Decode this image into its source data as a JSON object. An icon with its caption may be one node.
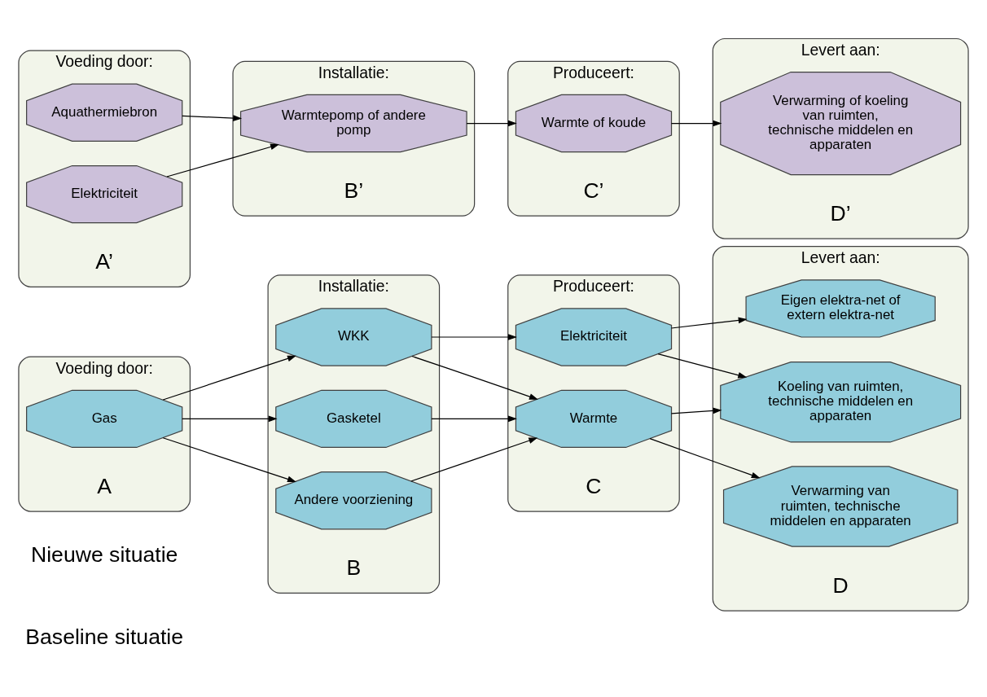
{
  "diagram": {
    "nodes": [
      {
        "text": [
          "Voeding door:"
        ],
        "beside": [
          "A"
        ]
      },
      {
        "text": [
          "Gas"
        ],
        "in": 0
      },
      {
        "text": [
          "Installatie:"
        ],
        "beside": [
          "B"
        ]
      },
      {
        "text": [
          "WKK"
        ],
        "in": 2
      },
      {
        "text": [
          "Gasketel"
        ],
        "in": 2
      },
      {
        "text": [
          "Andere voorziening"
        ],
        "in": 2
      },
      {
        "text": [
          "Produceert:"
        ],
        "beside": [
          "C"
        ]
      },
      {
        "text": [
          "Elektriciteit"
        ],
        "in": 6
      },
      {
        "text": [
          "Warmte"
        ],
        "in": 6
      },
      {
        "text": [
          "Levert aan:"
        ],
        "beside": [
          "D"
        ]
      },
      {
        "text": [
          "Eigen elektra-net of extern elektra-net"
        ],
        "in": 9
      },
      {
        "text": [
          "Koeling van ruimten, technische middelen en apparaten"
        ],
        "in": 9
      },
      {
        "text": [
          "Verwarming van ruimten, technische middelen en apparaten"
        ],
        "in": 9
      },
      {
        "text": [
          "Voeding door:"
        ],
        "beside": [
          "A’"
        ]
      },
      {
        "text": [
          "Aquathermiebron"
        ],
        "in": 13
      },
      {
        "text": [
          "Elektriciteit"
        ],
        "in": 13
      },
      {
        "text": [
          "Installatie:"
        ],
        "beside": [
          "B’"
        ]
      },
      {
        "text": [
          "Warmtepomp of andere pomp"
        ],
        "in": 16
      },
      {
        "text": [
          "Produceert:"
        ],
        "beside": [
          "C’"
        ]
      },
      {
        "text": [
          "Warmte of koude"
        ],
        "in": 18
      },
      {
        "text": [
          "Levert aan:"
        ],
        "beside": [
          "D’"
        ]
      },
      {
        "text": [
          "Verwarming of koeling van ruimten, technische middelen en apparaten"
        ],
        "in": 20
      }
    ],
    "edges": [
      {
        "from": 1,
        "to": 3,
        "arrow": "to"
      },
      {
        "from": 1,
        "to": 4,
        "arrow": "to"
      },
      {
        "from": 1,
        "to": 5,
        "arrow": "to"
      },
      {
        "from": 3,
        "to": 7,
        "arrow": "to"
      },
      {
        "from": 3,
        "to": 8,
        "arrow": "to"
      },
      {
        "from": 4,
        "to": 8,
        "arrow": "to"
      },
      {
        "from": 5,
        "to": 8,
        "arrow": "to"
      },
      {
        "from": 7,
        "to": 10,
        "arrow": "to"
      },
      {
        "from": 7,
        "to": 11,
        "arrow": "to"
      },
      {
        "from": 8,
        "to": 11,
        "arrow": "to"
      },
      {
        "from": 8,
        "to": 12,
        "arrow": "to"
      },
      {
        "from": 14,
        "to": 17,
        "arrow": "to"
      },
      {
        "from": 15,
        "to": 17,
        "arrow": "to"
      },
      {
        "from": 17,
        "to": 19,
        "arrow": "to"
      },
      {
        "from": 19,
        "to": 21,
        "arrow": "to"
      }
    ],
    "labels": [
      "Baseline situatie",
      "Nieuwe situatie"
    ]
  }
}
